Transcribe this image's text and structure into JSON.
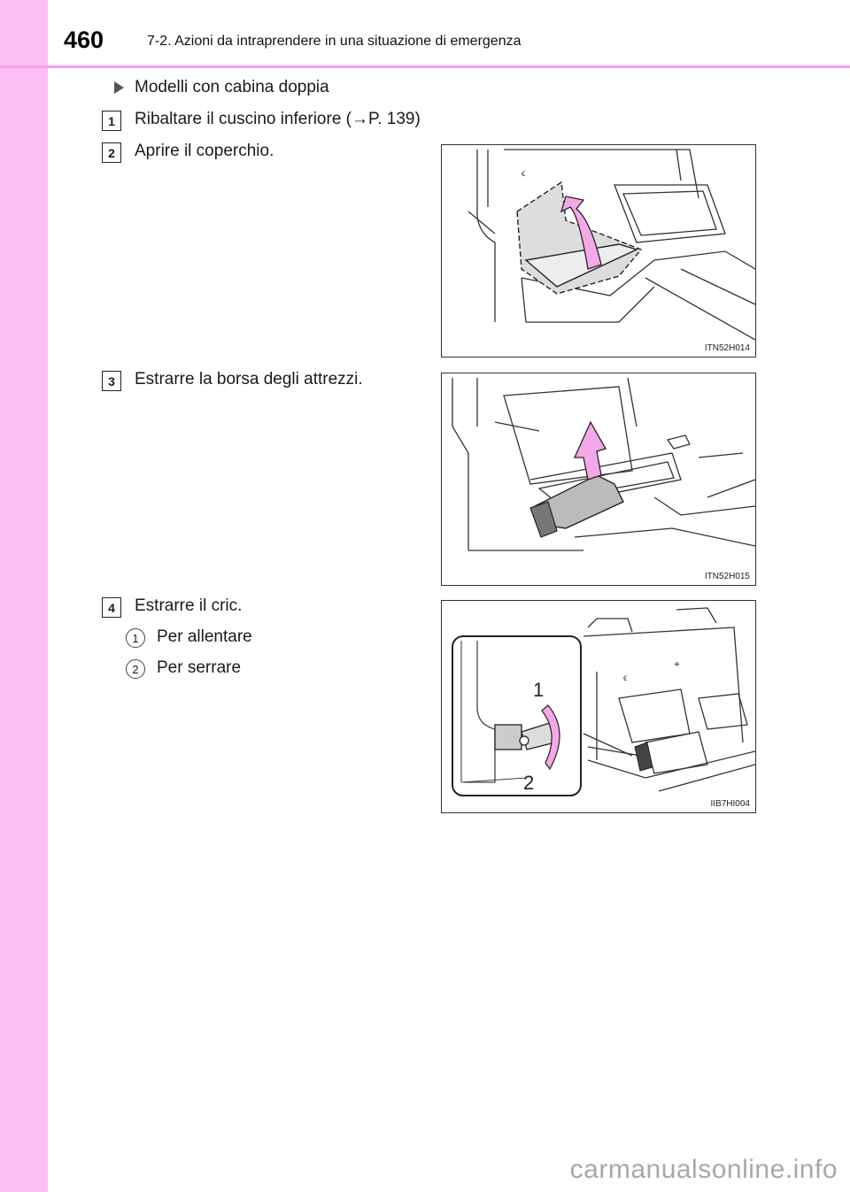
{
  "header": {
    "page_number": "460",
    "chapter_title": "7-2. Azioni da intraprendere in una situazione di emergenza"
  },
  "section": {
    "title": "Modelli con cabina doppia"
  },
  "steps": [
    {
      "number": "1",
      "text": "Ribaltare il cuscino inferiore (→P. 139)"
    },
    {
      "number": "2",
      "text": "Aprire il coperchio."
    },
    {
      "number": "3",
      "text": "Estrarre la borsa degli attrezzi."
    },
    {
      "number": "4",
      "text": "Estrarre il cric."
    }
  ],
  "substeps": [
    {
      "number": "1",
      "text": "Per allentare"
    },
    {
      "number": "2",
      "text": "Per serrare"
    }
  ],
  "figures": [
    {
      "code": "ITN52H014"
    },
    {
      "code": "ITN52H015"
    },
    {
      "code": "IIB7HI004",
      "callouts": [
        "1",
        "2"
      ]
    }
  ],
  "colors": {
    "accent_pink": "#fdbdf5",
    "arrow_pink": "#f5a8e8"
  },
  "footer": {
    "watermark": "carmanualsonline.info"
  }
}
